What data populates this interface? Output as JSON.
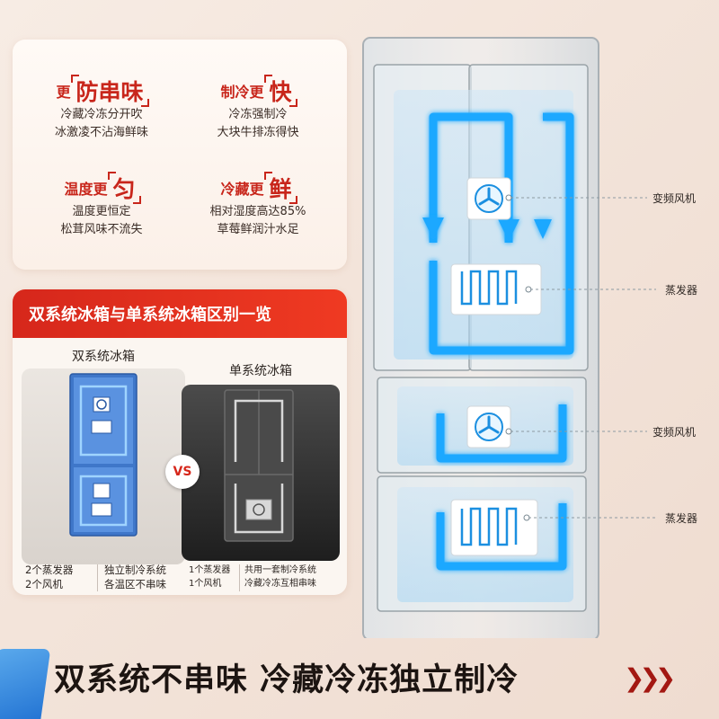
{
  "features": [
    {
      "prefix": "更",
      "word": "防串味",
      "lines": [
        "冷藏冷冻分开吹",
        "冰激凌不沾海鲜味"
      ]
    },
    {
      "prefix": "制冷更",
      "word": "快",
      "lines": [
        "冷冻强制冷",
        "大块牛排冻得快"
      ]
    },
    {
      "prefix": "温度更",
      "word": "匀",
      "lines": [
        "温度更恒定",
        "松茸风味不流失"
      ]
    },
    {
      "prefix": "冷藏更",
      "word": "鲜",
      "lines": [
        "相对湿度高达85%",
        "草莓鲜润汁水足"
      ]
    }
  ],
  "comparison": {
    "header": "双系统冰箱与单系统冰箱区别一览",
    "dual": {
      "title": "双系统冰箱",
      "spec_left": [
        "2个蒸发器",
        "2个风机"
      ],
      "spec_right": [
        "独立制冷系统",
        "各温区不串味"
      ]
    },
    "vs": "VS",
    "single": {
      "title": "单系统冰箱",
      "spec_left": [
        "1个蒸发器",
        "1个风机"
      ],
      "spec_right": [
        "共用一套制冷系统",
        "冷藏冷冻互相串味"
      ]
    }
  },
  "callouts": {
    "fan_top": "变频风机",
    "evap_top": "蒸发器",
    "fan_bottom": "变频风机",
    "evap_bottom": "蒸发器"
  },
  "banner": {
    "title": "双系统不串味 冷藏冷冻独立制冷",
    "chevrons": "❯❯❯"
  },
  "colors": {
    "accent_red": "#d6271b",
    "flow_blue": "#1fa8ff",
    "background": "#f5e8df"
  },
  "icons": [
    "fan-icon",
    "evaporator-icon",
    "chevron-right-icon"
  ]
}
